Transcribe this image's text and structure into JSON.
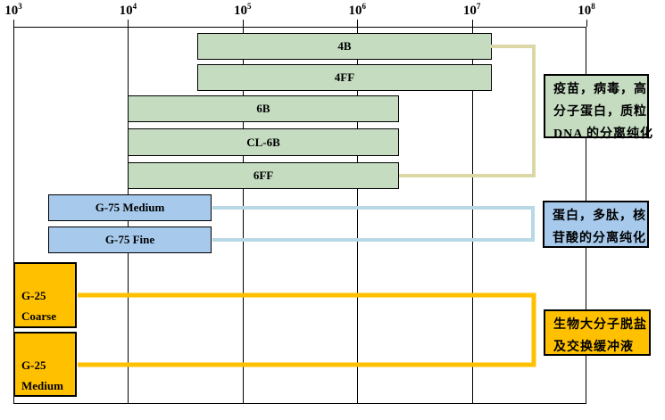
{
  "chart_data": {
    "type": "bar",
    "subtype": "horizontal-log-range",
    "title": "",
    "x_axis": {
      "scale": "log",
      "min": 1000,
      "max": 100000000,
      "ticks": [
        {
          "base": "10",
          "exp": 3
        },
        {
          "base": "10",
          "exp": 4
        },
        {
          "base": "10",
          "exp": 5
        },
        {
          "base": "10",
          "exp": 6
        },
        {
          "base": "10",
          "exp": 7
        },
        {
          "base": "10",
          "exp": 8
        }
      ],
      "label_position": "top",
      "grid": true
    },
    "groups": {
      "sepharose": {
        "fill": "#c5dcc1",
        "connector_color": "#dbd8a6"
      },
      "g75": {
        "fill": "#a6c9ec",
        "connector_color": "#b7d8e4"
      },
      "g25": {
        "fill": "#ffc000",
        "connector_color": "#ffc000"
      }
    },
    "bars": [
      {
        "label": "4B",
        "group": "sepharose",
        "range_min": 40000,
        "range_max": 15000000
      },
      {
        "label": "4FF",
        "group": "sepharose",
        "range_min": 40000,
        "range_max": 15000000
      },
      {
        "label": "6B",
        "group": "sepharose",
        "range_min": 10000,
        "range_max": 2300000
      },
      {
        "label": "CL-6B",
        "group": "sepharose",
        "range_min": 10000,
        "range_max": 2300000
      },
      {
        "label": "6FF",
        "group": "sepharose",
        "range_min": 10000,
        "range_max": 2300000
      },
      {
        "label": "G-75 Medium",
        "group": "g75",
        "range_min": 2000,
        "range_max": 54000
      },
      {
        "label": "G-75 Fine",
        "group": "g75",
        "range_min": 2000,
        "range_max": 54000
      },
      {
        "label": "G-25 Coarse",
        "group": "g25",
        "range_min": 1000,
        "range_max": 3600,
        "label_lines": [
          "G-25",
          "Coarse"
        ]
      },
      {
        "label": "G-25 Medium",
        "group": "g25",
        "range_min": 1000,
        "range_max": 3600,
        "label_lines": [
          "G-25",
          "Medium"
        ]
      }
    ],
    "annotations": [
      {
        "id": "sepharose-applications",
        "fill": "#c5dcc1",
        "lines": [
          "疫苗，病毒，高",
          "分子蛋白，质粒",
          "DNA 的分离纯化"
        ]
      },
      {
        "id": "g75-applications",
        "fill": "#a6c9ec",
        "lines": [
          "蛋白，多肽，核",
          "苷酸的分离纯化"
        ]
      },
      {
        "id": "g25-applications",
        "fill": "#ffc000",
        "lines": [
          "生物大分子脱盐",
          "及交换缓冲液"
        ]
      }
    ],
    "legend": null
  }
}
